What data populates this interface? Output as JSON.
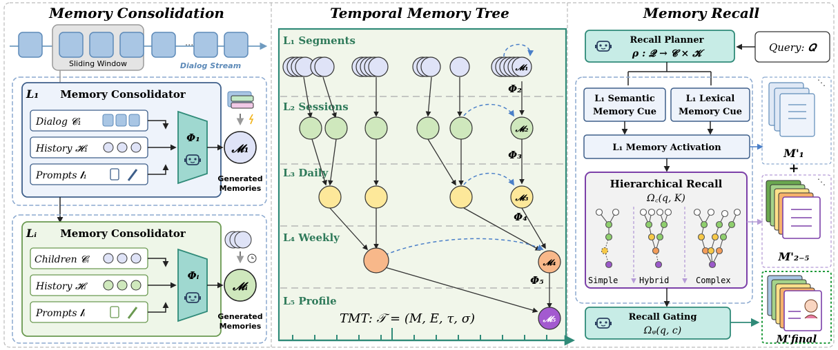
{
  "consolidation": {
    "title": "Memory Consolidation",
    "sliding_window": "Sliding Window",
    "dialog_stream": "Dialog Stream",
    "l1": {
      "level": "L₁",
      "title": "Memory Consolidator",
      "row1": "Dialog  𝓒₁",
      "row2": "History  𝓗₁",
      "row3": "Prompts  𝑰₁",
      "phi": "Φ₁",
      "mem": "𝓜₁",
      "generated": [
        "Generated",
        "Memories"
      ]
    },
    "li": {
      "level": "Lᵢ",
      "title": "Memory Consolidator",
      "row1": "Children 𝓒ᵢ",
      "row2": "History  𝓗ᵢ",
      "row3": "Prompts  𝑰ᵢ",
      "phi": "Φᵢ",
      "mem": "𝓜ᵢ",
      "generated": [
        "Generated",
        "Memories"
      ]
    }
  },
  "tree": {
    "title": "Temporal Memory Tree",
    "levels": [
      "L₁ Segments",
      "L₂ Sessions",
      "L₃ Daily",
      "L₄ Weekly",
      "L₅ Profile"
    ],
    "mems": [
      "𝓜₁",
      "𝓜₂",
      "𝓜₃",
      "𝓜₄",
      "𝓜₅"
    ],
    "phis": [
      "Φ₂",
      "Φ₃",
      "Φ₄",
      "Φ₅"
    ],
    "formula": "TMT:  𝒯 = (M, E, τ, σ)",
    "colors": {
      "segment": "#dfe3f7",
      "session": "#cfe8bd",
      "daily": "#fde89a",
      "weekly": "#f8b88a",
      "profile": "#a35ad0",
      "bg": "#f1f6ea",
      "border": "#2f8a78"
    }
  },
  "recall": {
    "title": "Memory Recall",
    "planner": {
      "title": "Recall Planner",
      "formula": "ρ : 𝓠 → 𝓒 × 𝓚"
    },
    "query": "Query: 𝑸",
    "semantic": [
      "L₁ Semantic",
      "Memory Cue"
    ],
    "lexical": [
      "L₁ Lexical",
      "Memory Cue"
    ],
    "activation": "L₁ Memory Activation",
    "hier": {
      "title": "Hierarchical Recall",
      "formula": "Ω꜀(q, K)",
      "modes": [
        "Simple",
        "Hybrid",
        "Complex"
      ]
    },
    "gating": {
      "title": "Recall Gating",
      "formula": "Ωᵩ(q, c)"
    },
    "outputs": [
      "M'₁",
      "+",
      "M'₂₋₅",
      "M'final"
    ]
  }
}
